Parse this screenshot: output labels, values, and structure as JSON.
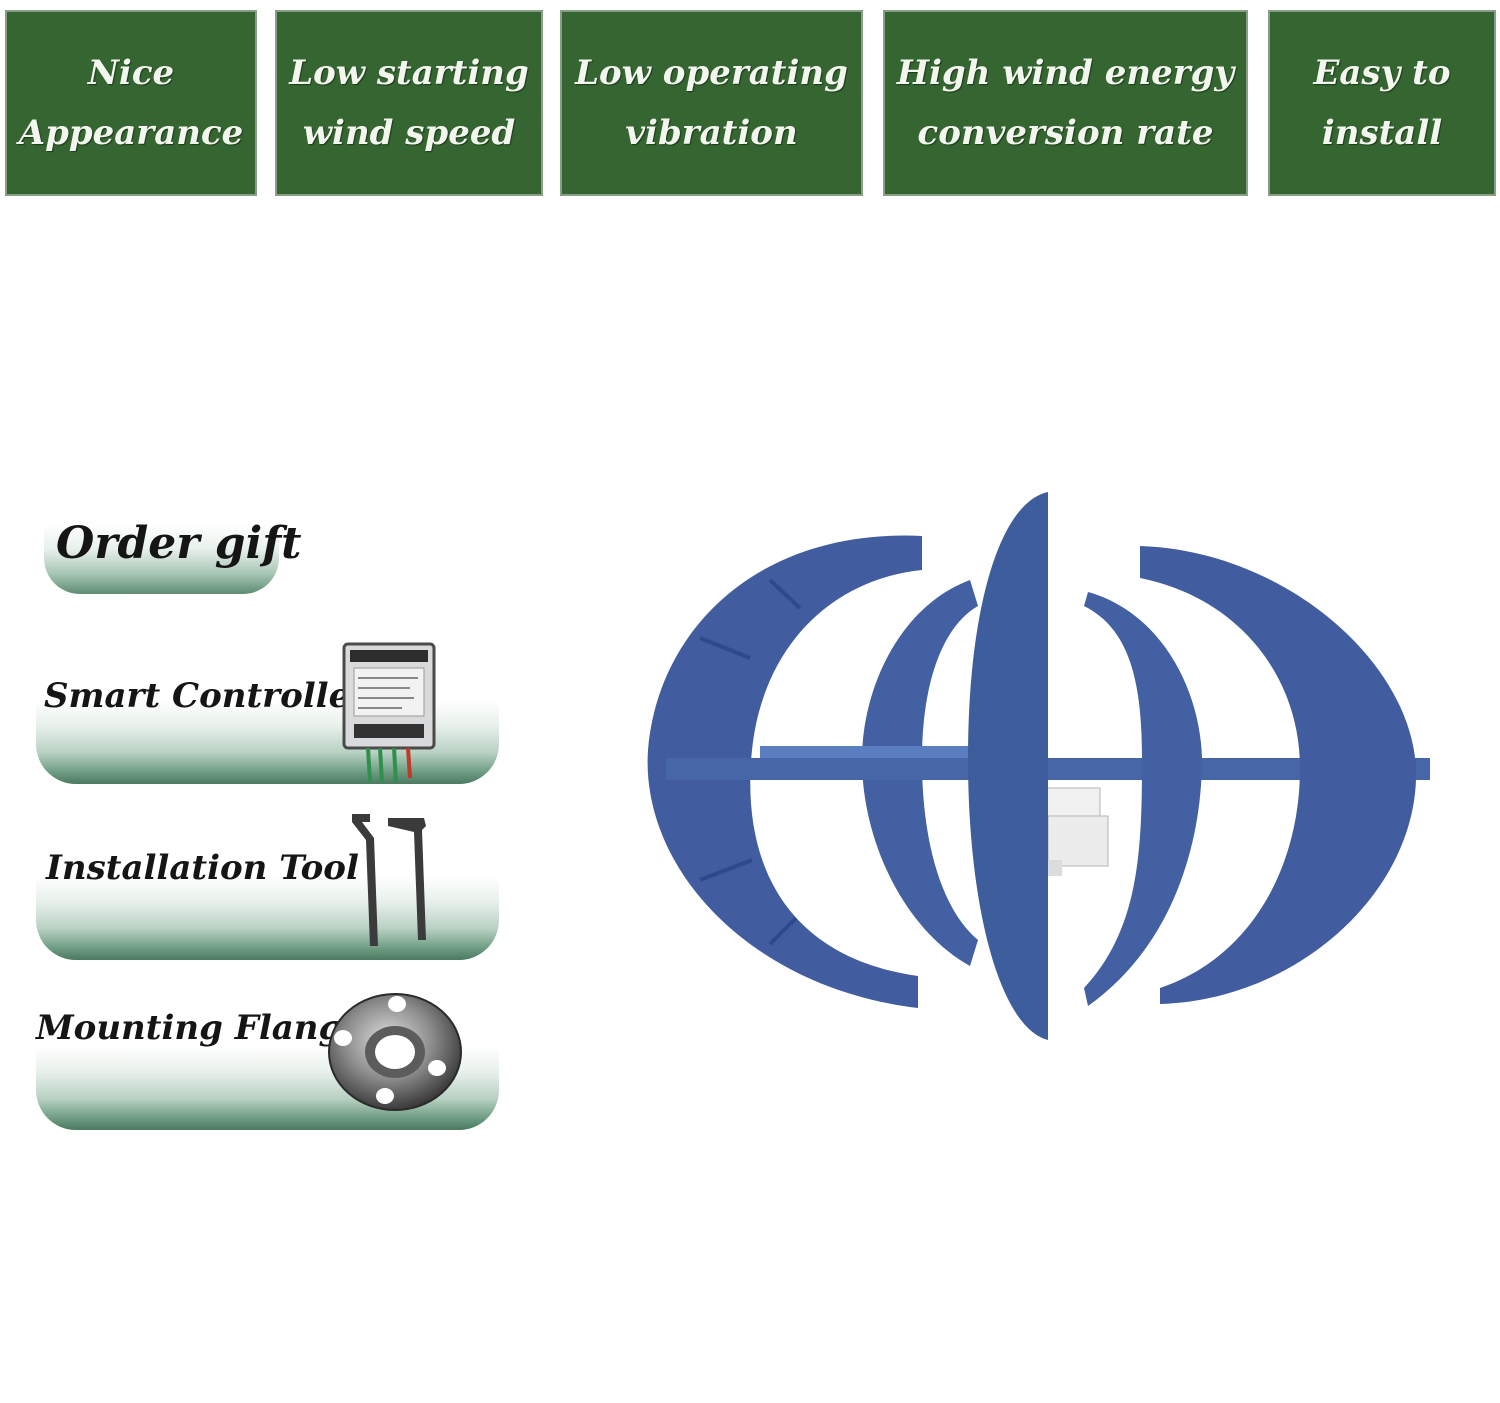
{
  "features": [
    {
      "line1": "Nice",
      "line2": "Appearance"
    },
    {
      "line1": "Low starting",
      "line2": "wind speed"
    },
    {
      "line1": "Low operating",
      "line2": "vibration"
    },
    {
      "line1": "High wind energy",
      "line2": "conversion rate"
    },
    {
      "line1": "Easy to",
      "line2": "install"
    }
  ],
  "gift": {
    "title": "Order gift",
    "items": [
      {
        "label": "Smart Controller",
        "icon": "controller-icon"
      },
      {
        "label": "Installation Tool",
        "icon": "wrench-icon"
      },
      {
        "label": "Mounting Flange",
        "icon": "flange-icon"
      }
    ]
  },
  "colors": {
    "feature_bg": "#356631",
    "turbine_blue": "#3f5b9c"
  }
}
